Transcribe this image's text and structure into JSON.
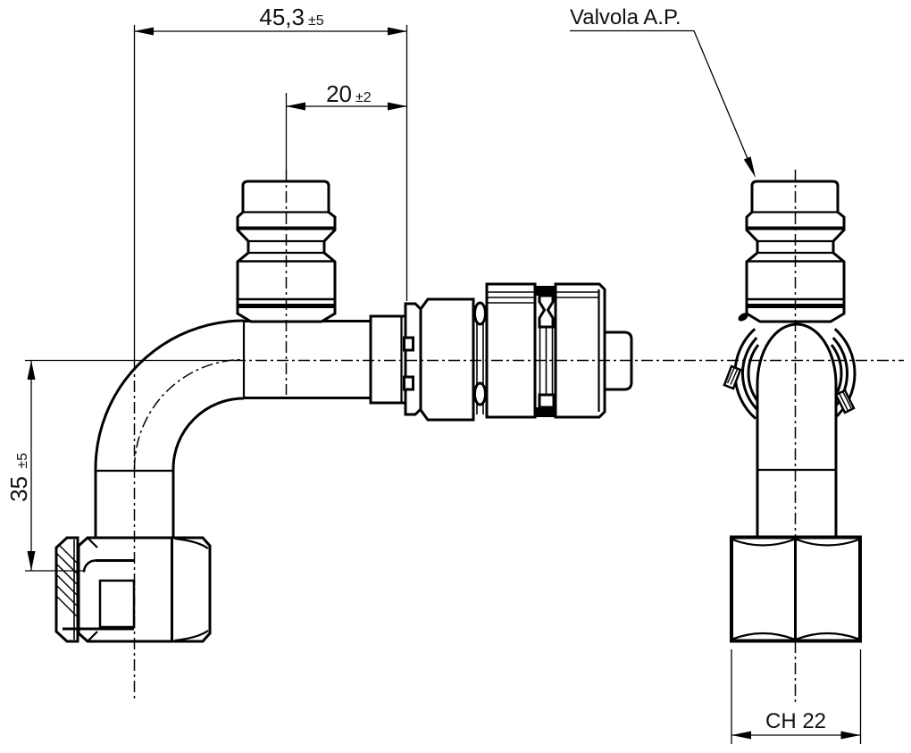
{
  "callout": {
    "hp_valve": "Valvola A.P."
  },
  "dimensions": {
    "overall_length": {
      "value": "45,3",
      "tolerance": "±5"
    },
    "valve_offset": {
      "value": "20",
      "tolerance": "±2"
    },
    "elbow_height": {
      "value": "35",
      "tolerance": "±5"
    },
    "wrench_size": {
      "value": "CH 22"
    }
  },
  "colors": {
    "line": "#000000",
    "background": "#ffffff",
    "text": "#111111"
  }
}
